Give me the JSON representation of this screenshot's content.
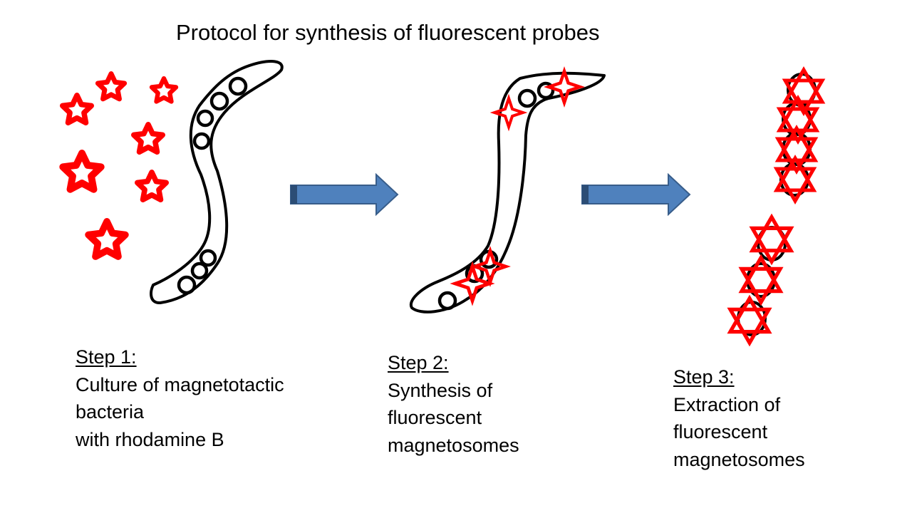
{
  "title": "Protocol for synthesis  of fluorescent probes",
  "steps": [
    {
      "heading": "Step 1:",
      "lines": [
        "Culture of magnetotactic",
        "bacteria",
        "with rhodamine B"
      ]
    },
    {
      "heading": "Step 2:",
      "lines": [
        "Synthesis of",
        "fluorescent",
        "magnetosomes"
      ]
    },
    {
      "heading": "Step 3:",
      "lines": [
        "Extraction of",
        "fluorescent",
        "magnetosomes"
      ]
    }
  ],
  "colors": {
    "fluorophore": "#ff0000",
    "outline": "#000000",
    "arrow_fill": "#4f81bd",
    "arrow_stroke": "#385d8a"
  },
  "icons": {
    "rhodamine": "five-point-star-icon",
    "fluorescent_label": "six-point-star-icon",
    "magnetosome": "circle-icon",
    "flow": "right-arrow-icon"
  }
}
